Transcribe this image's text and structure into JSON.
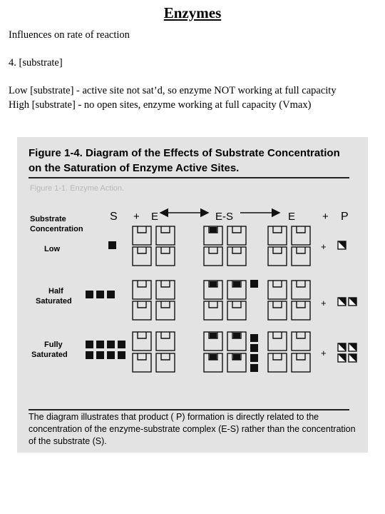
{
  "page": {
    "title": "Enzymes",
    "subtitle": "Influences on rate of reaction",
    "point": "4.  [substrate]",
    "low_note": "Low [substrate] - active site not sat’d, so enzyme NOT working at full capacity",
    "high_note": "High [substrate] - no open sites, enzyme working at full capacity (Vmax)"
  },
  "figure": {
    "heading_line1": "Figure 1-4. Diagram of the Effects of Substrate Concentration",
    "heading_line2": "on the Saturation of Enzyme Active Sites.",
    "background_text": "Figure 1-1.  Enzyme Action.",
    "caption": "The diagram illustrates that product ( P) formation is directly related to the concentration of the enzyme-substrate complex (E-S) rather than the concentration of the substrate (S).",
    "equation": {
      "s": "S",
      "plus1": "+",
      "e": "E",
      "es": "E-S",
      "e2": "E",
      "plus2": "+",
      "p": "P"
    },
    "row_label_header_line1": "Substrate",
    "row_label_header_line2": "Concentration",
    "rows": [
      {
        "label_lines": [
          "Low"
        ],
        "substrate_count": 1,
        "enzymes_bound": 1,
        "products": 1
      },
      {
        "label_lines": [
          "Half",
          "Saturated"
        ],
        "substrate_count": 3,
        "enzymes_bound": 2,
        "free_substrate_es": 1,
        "products": 2
      },
      {
        "label_lines": [
          "Fully",
          "Saturated"
        ],
        "substrate_count": 8,
        "enzymes_bound": 4,
        "free_substrate_es": 4,
        "products": 4
      }
    ],
    "plus_sign": "+"
  }
}
